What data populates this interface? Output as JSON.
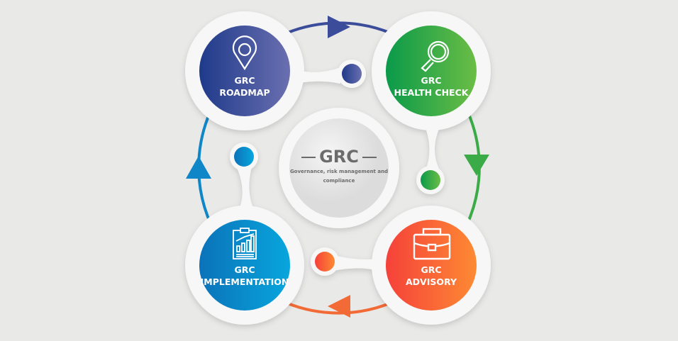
{
  "center": {
    "title": "GRC",
    "subtitle": "Governance, risk management and compliance"
  },
  "nodes": [
    {
      "id": "roadmap",
      "line1": "GRC",
      "line2": "ROADMAP",
      "icon": "location-pin-icon",
      "colors": [
        "#1f3a8a",
        "#6a6fb0"
      ]
    },
    {
      "id": "health-check",
      "line1": "GRC",
      "line2": "HEALTH CHECK",
      "icon": "magnifier-icon",
      "colors": [
        "#0a9a4a",
        "#6bbd45"
      ]
    },
    {
      "id": "advisory",
      "line1": "GRC",
      "line2": "ADVISORY",
      "icon": "briefcase-icon",
      "colors": [
        "#f5413a",
        "#fd8a33"
      ]
    },
    {
      "id": "implementation",
      "line1": "GRC",
      "line2": "IMPLEMENTATION",
      "icon": "clipboard-chart-icon",
      "colors": [
        "#0b72b9",
        "#08a6dd"
      ]
    }
  ]
}
